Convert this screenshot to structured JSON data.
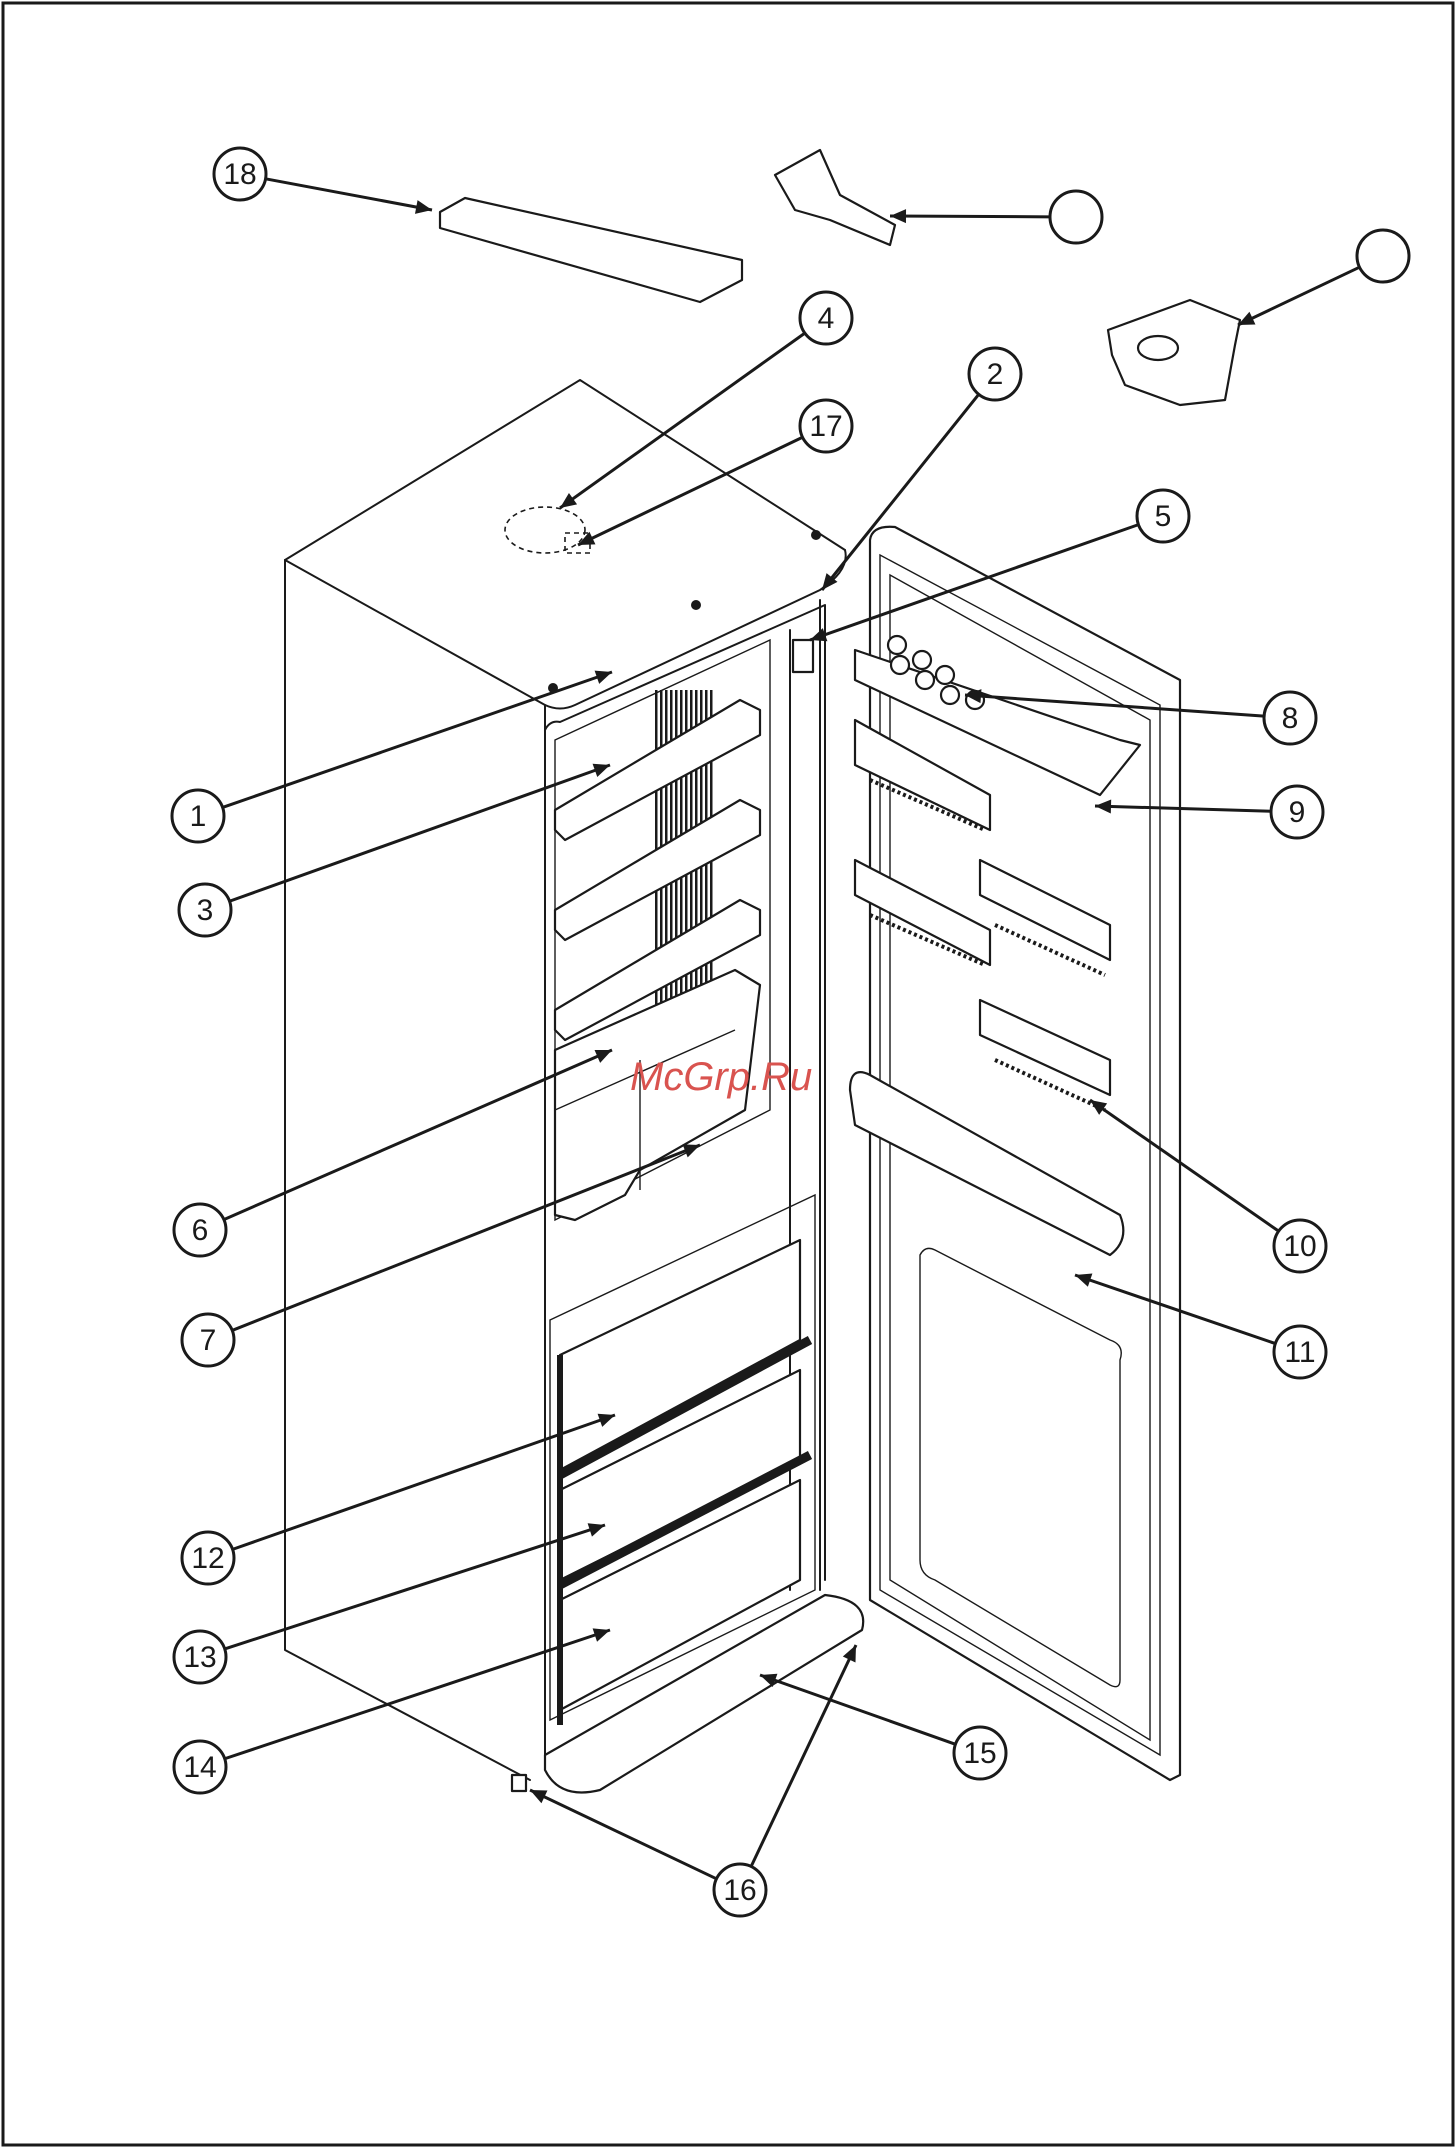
{
  "watermark": "McGrp.Ru",
  "callouts": [
    {
      "id": "1",
      "label": "1"
    },
    {
      "id": "2",
      "label": "2"
    },
    {
      "id": "3",
      "label": "3"
    },
    {
      "id": "4",
      "label": "4"
    },
    {
      "id": "5",
      "label": "5"
    },
    {
      "id": "6",
      "label": "6"
    },
    {
      "id": "7",
      "label": "7"
    },
    {
      "id": "8",
      "label": "8"
    },
    {
      "id": "9",
      "label": "9"
    },
    {
      "id": "10",
      "label": "10"
    },
    {
      "id": "11",
      "label": "11"
    },
    {
      "id": "12",
      "label": "12"
    },
    {
      "id": "13",
      "label": "13"
    },
    {
      "id": "14",
      "label": "14"
    },
    {
      "id": "15",
      "label": "15"
    },
    {
      "id": "16",
      "label": "16"
    },
    {
      "id": "17",
      "label": "17"
    },
    {
      "id": "18",
      "label": "18"
    },
    {
      "id": "blank-a",
      "label": ""
    },
    {
      "id": "blank-b",
      "label": ""
    }
  ],
  "colors": {
    "line": "#1a1a1a",
    "background": "#ffffff",
    "watermark": "#d9534f"
  }
}
